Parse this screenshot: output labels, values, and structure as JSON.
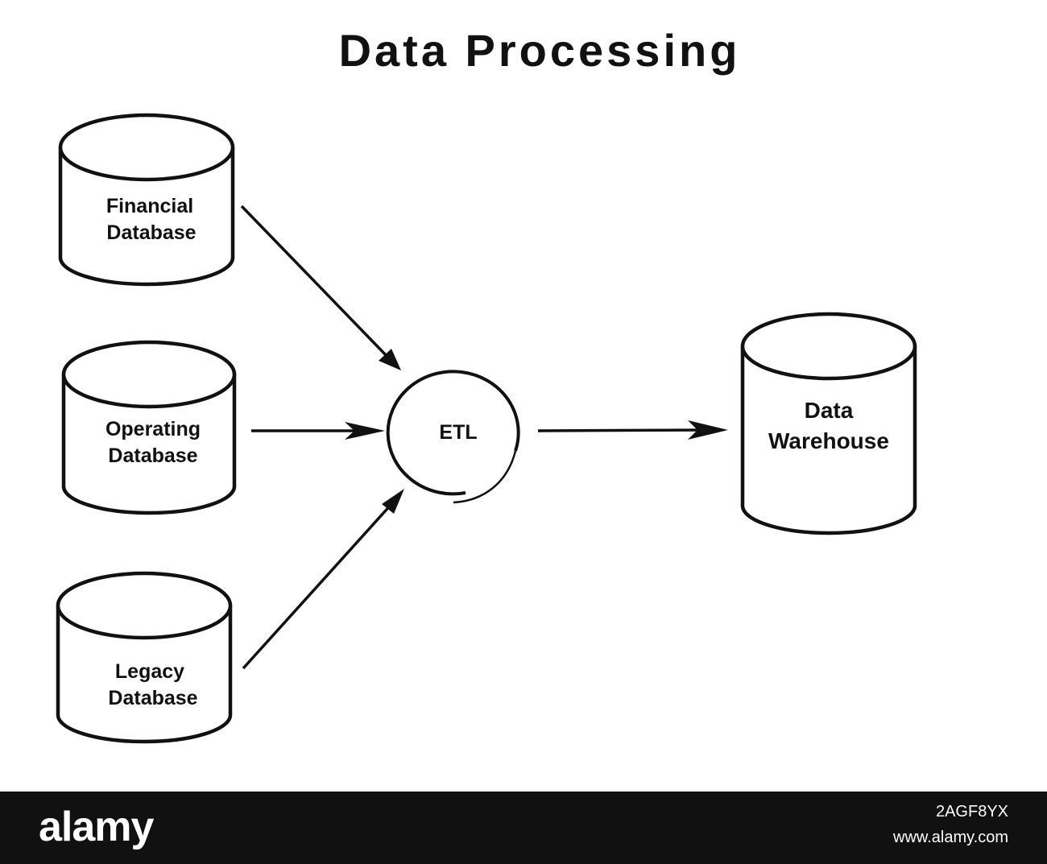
{
  "title": "Data Processing",
  "nodes": {
    "financial": {
      "line1": "Financial",
      "line2": "Database"
    },
    "operating": {
      "line1": "Operating",
      "line2": "Database"
    },
    "legacy": {
      "line1": "Legacy",
      "line2": "Database"
    },
    "etl": {
      "label": "ETL"
    },
    "warehouse": {
      "line1": "Data",
      "line2": "Warehouse"
    }
  },
  "footer": {
    "brand": "alamy",
    "image_id": "2AGF8YX",
    "site": "www.alamy.com"
  }
}
